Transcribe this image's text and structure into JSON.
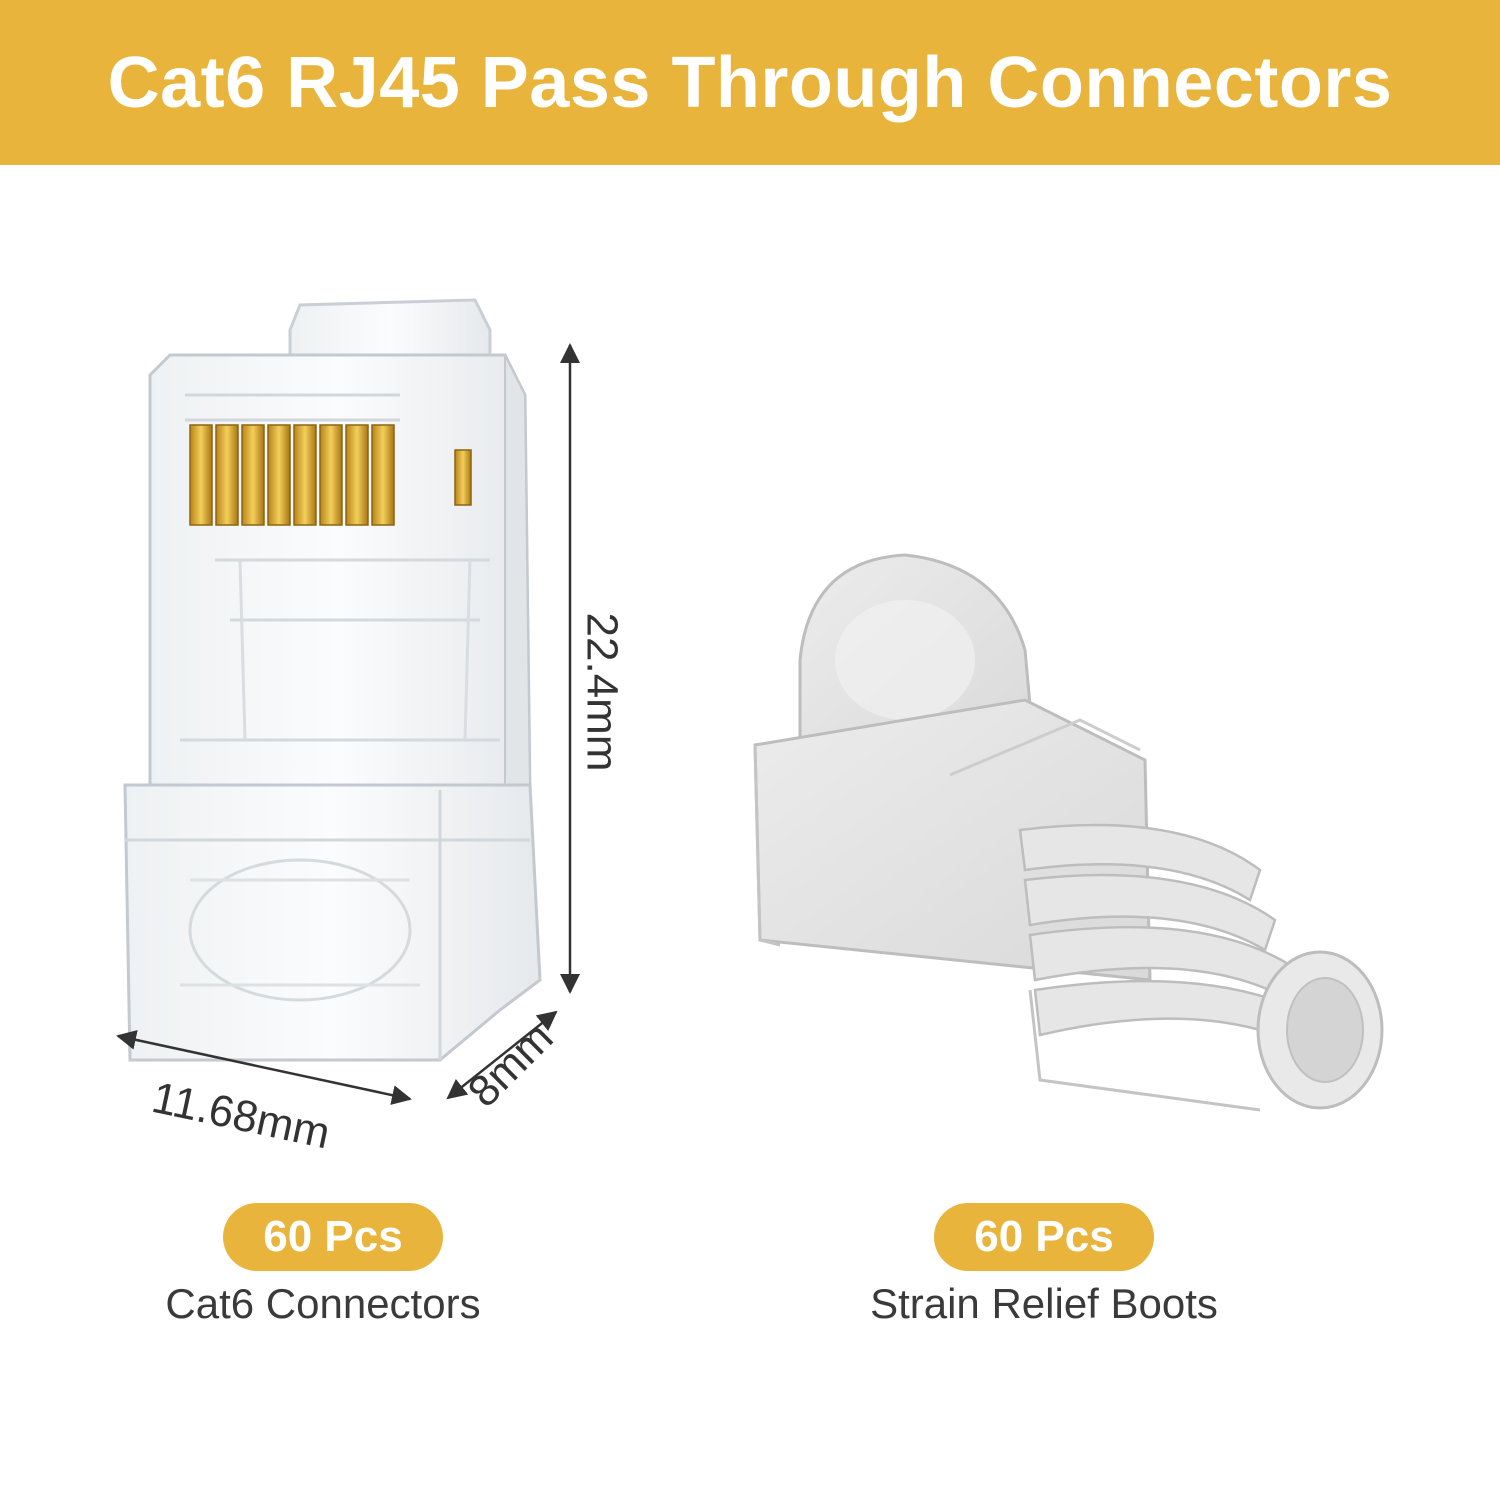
{
  "title": "Cat6 RJ45 Pass Through Connectors",
  "colors": {
    "banner": "#e8b43b",
    "pill": "#e8b43b",
    "boot": "#e4e4e4",
    "contacts": "#d9a521"
  },
  "dimensions": {
    "height": "22.4mm",
    "width": "11.68mm",
    "depth": "8mm"
  },
  "items": [
    {
      "count": "60 Pcs",
      "label": "Cat6 Connectors",
      "icon": "rj45-connector-image"
    },
    {
      "count": "60 Pcs",
      "label": "Strain Relief Boots",
      "icon": "strain-relief-boot-image"
    }
  ]
}
